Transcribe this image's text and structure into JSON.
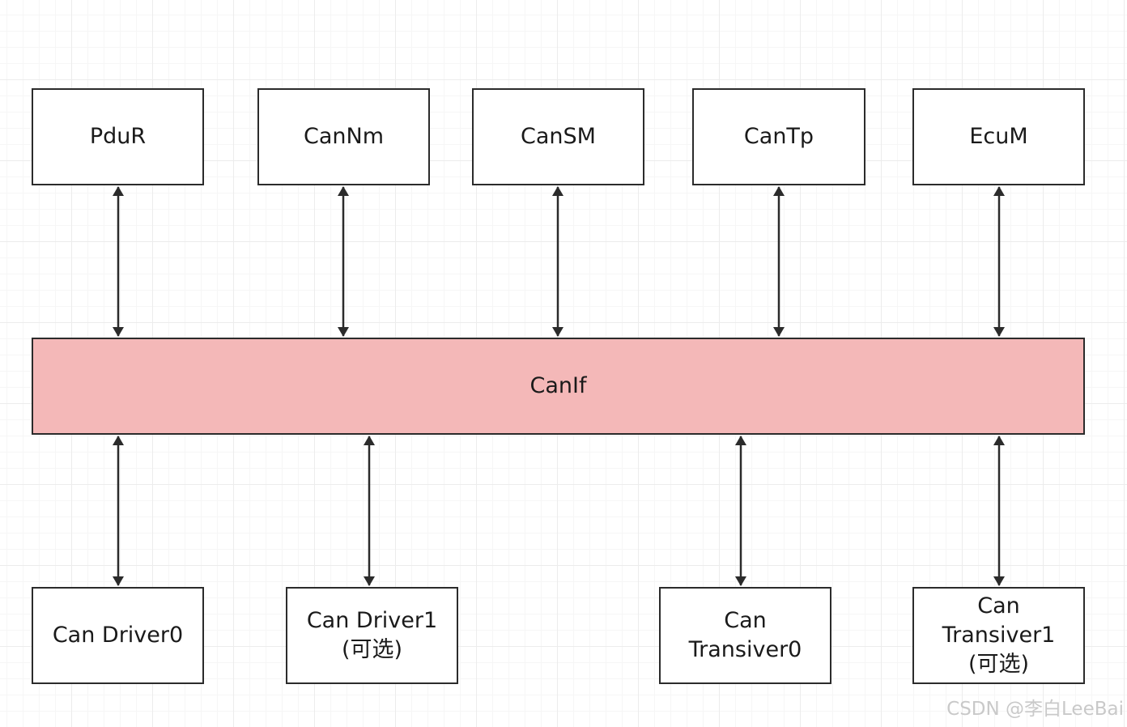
{
  "diagram": {
    "top_modules": [
      {
        "id": "pdur",
        "label": "PduR"
      },
      {
        "id": "cannm",
        "label": "CanNm"
      },
      {
        "id": "cansm",
        "label": "CanSM"
      },
      {
        "id": "cantp",
        "label": "CanTp"
      },
      {
        "id": "ecum",
        "label": "EcuM"
      }
    ],
    "bus": {
      "id": "canif",
      "label": "CanIf",
      "color": "#f4b8b8"
    },
    "bottom_modules": [
      {
        "id": "can-driver0",
        "label": "Can Driver0"
      },
      {
        "id": "can-driver1",
        "label": "Can Driver1\n(可选)"
      },
      {
        "id": "can-transiver0",
        "label": "Can\nTransiver0"
      },
      {
        "id": "can-transiver1",
        "label": "Can\nTransiver1\n(可选)"
      }
    ],
    "connections": [
      {
        "from": "pdur",
        "to": "canif",
        "direction": "both"
      },
      {
        "from": "cannm",
        "to": "canif",
        "direction": "both"
      },
      {
        "from": "cansm",
        "to": "canif",
        "direction": "both"
      },
      {
        "from": "cantp",
        "to": "canif",
        "direction": "both"
      },
      {
        "from": "ecum",
        "to": "canif",
        "direction": "both"
      },
      {
        "from": "canif",
        "to": "can-driver0",
        "direction": "both"
      },
      {
        "from": "canif",
        "to": "can-driver1",
        "direction": "both"
      },
      {
        "from": "canif",
        "to": "can-transiver0",
        "direction": "both"
      },
      {
        "from": "canif",
        "to": "can-transiver1",
        "direction": "both"
      }
    ]
  },
  "watermark": "CSDN @李白LeeBai"
}
